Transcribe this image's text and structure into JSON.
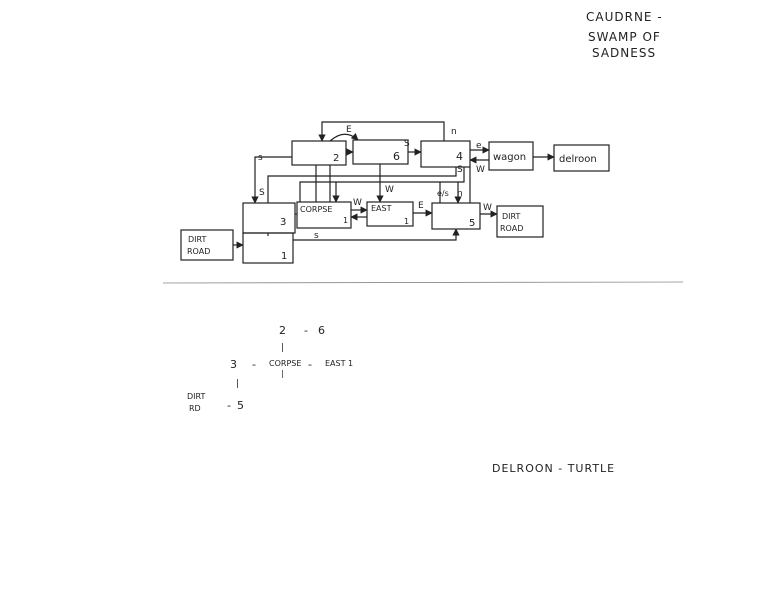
{
  "header": {
    "line1": "CAUDRNE -",
    "line2": "SWAMP OF",
    "line3": "SADNESS"
  },
  "main_map": {
    "rooms": {
      "r2": "2",
      "r6": "6",
      "r4": "4",
      "wagon": "wagon",
      "delroon": "delroon",
      "r3": "3",
      "corpse": "CORPSE",
      "corpse_num": "1",
      "east": "EAST",
      "east_num": "1",
      "r5": "5",
      "dirt_road_right_1": "DIRT",
      "dirt_road_right_2": "ROAD",
      "dirt_road_left_1": "DIRT",
      "dirt_road_left_2": "ROAD",
      "r1": "1"
    },
    "labels": {
      "e_top": "E",
      "n_top": "n",
      "s_left_top": "s",
      "s_mid_top": "S",
      "e_wagon": "e",
      "w_wagon": "W",
      "s_right": "S",
      "s_left_mid": "S",
      "w_down": "W",
      "w_corpse": "W",
      "e_east": "E",
      "eis": "e/s",
      "n_right": "n",
      "w_r5": "W",
      "s_bottom": "s"
    }
  },
  "small_map": {
    "n2": "2",
    "n6": "6",
    "n3": "3",
    "corpse": "CORPSE",
    "east1": "EAST 1",
    "dirt1": "DIRT",
    "dirt2": "RD",
    "n5": "5",
    "dash": "-",
    "pipe": "|"
  },
  "footer_note": "DELROON - TURTLE"
}
